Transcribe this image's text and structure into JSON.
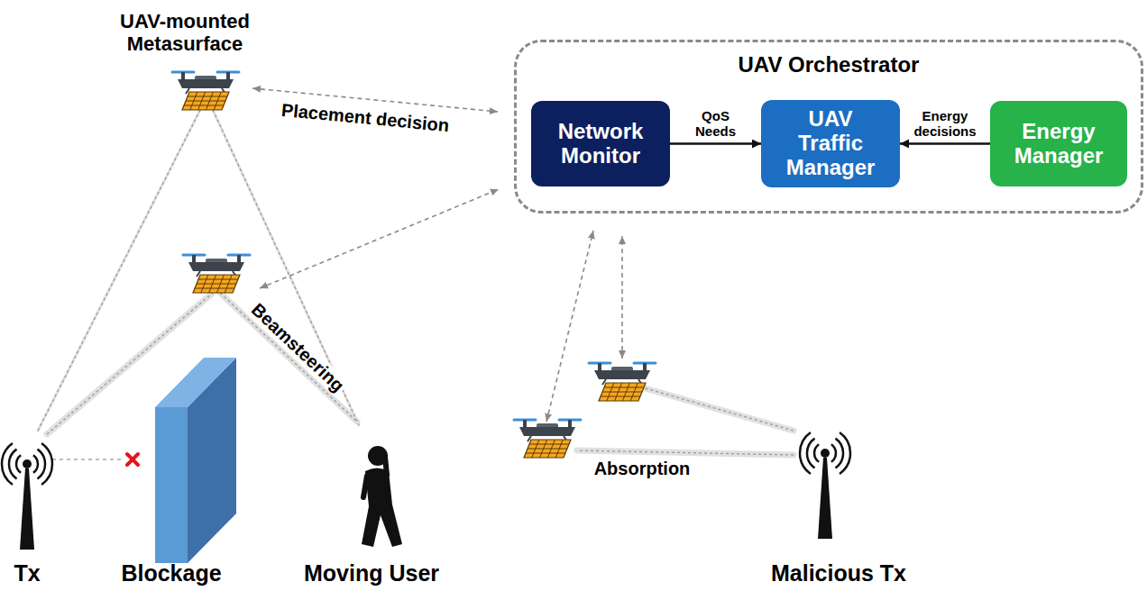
{
  "diagram": {
    "nodes": [
      {
        "text": [
          "UAV Orchestrator"
        ]
      },
      {
        "text": [
          "Network Monitor"
        ],
        "in": 0
      },
      {
        "text": [
          "UAV Traffic Manager"
        ],
        "in": 0
      },
      {
        "text": [
          "Energy Manager"
        ],
        "in": 0
      }
    ],
    "edges": [
      {
        "from": 1,
        "to": 2,
        "label": "QoS Needs",
        "arrow": "to"
      },
      {
        "from": 3,
        "to": 2,
        "label": "Energy decisions",
        "arrow": "to"
      }
    ],
    "labels": [
      "UAV-mounted Metasurface",
      "Placement decision",
      "Beamsteering",
      "Absorption",
      "Tx",
      "Blockage",
      "Moving User",
      "Malicious Tx"
    ]
  }
}
